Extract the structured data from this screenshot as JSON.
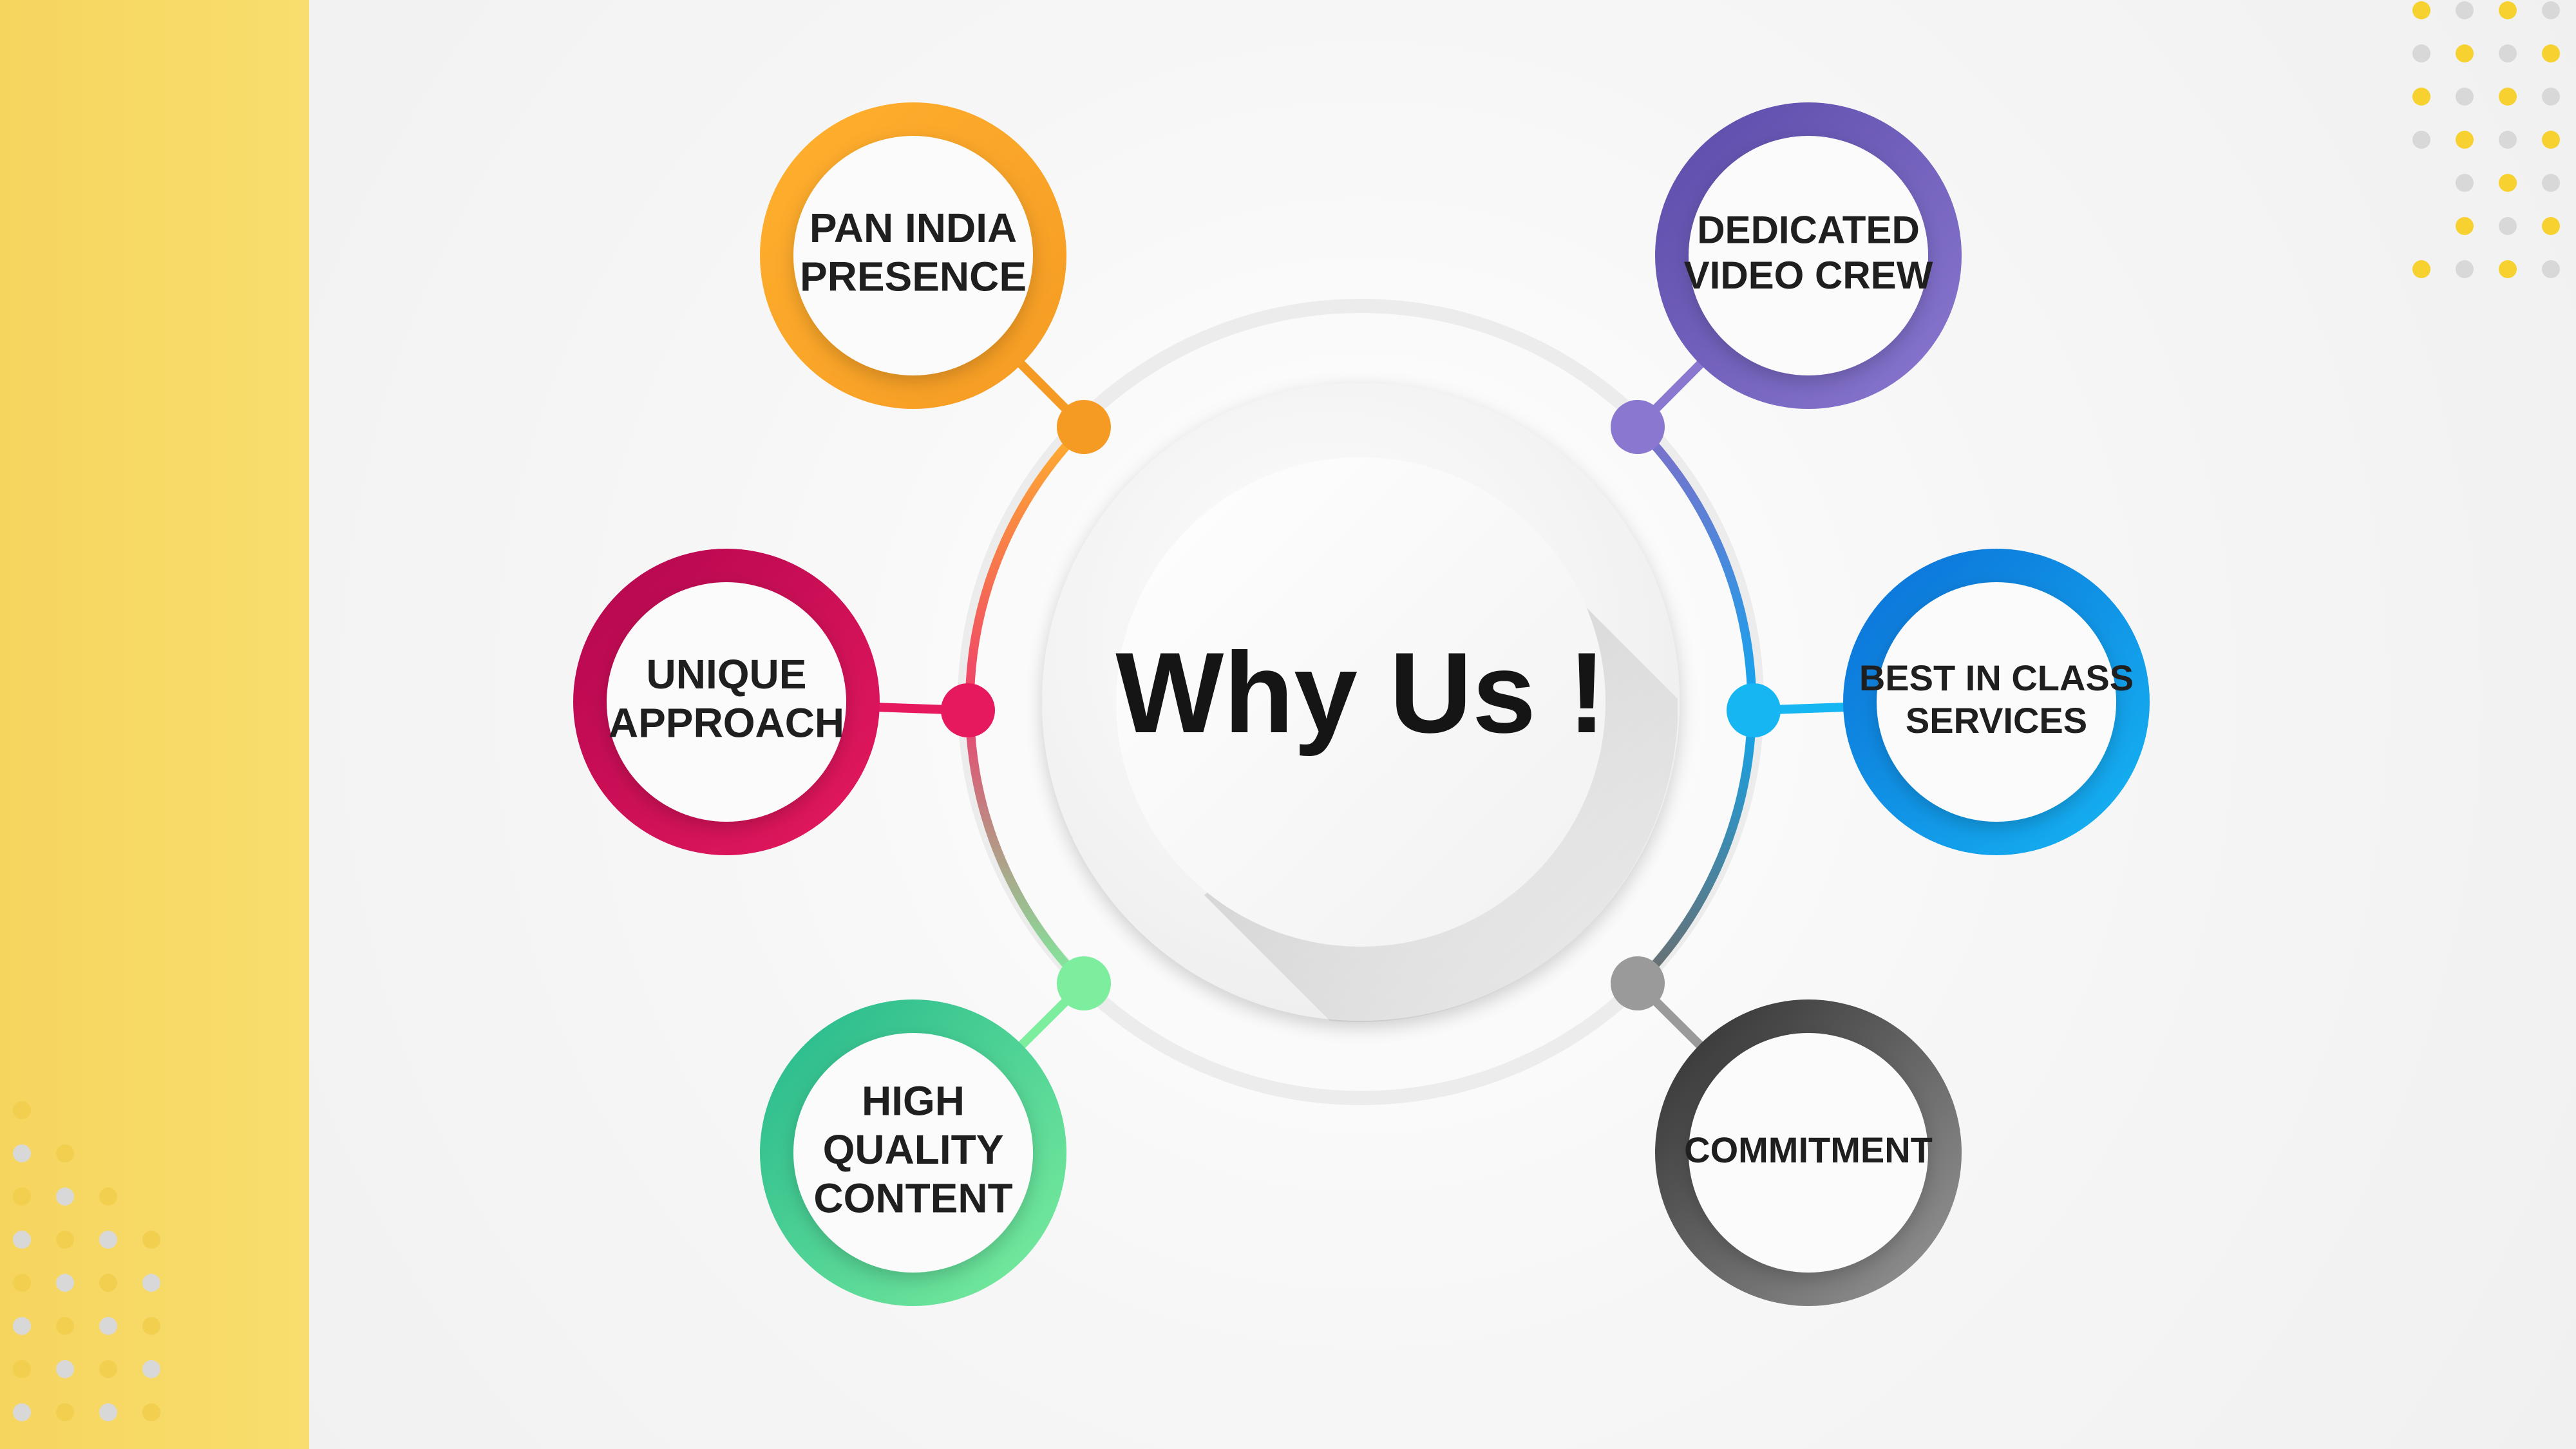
{
  "center": {
    "title": "Why Us !"
  },
  "nodes": [
    {
      "id": "pan-india",
      "lines": [
        "PAN INDIA",
        "PRESENCE"
      ],
      "color_from": "#ffb02e",
      "color_to": "#f59b23"
    },
    {
      "id": "unique-approach",
      "lines": [
        "UNIQUE",
        "APPROACH"
      ],
      "color_from": "#b3064f",
      "color_to": "#e6195e"
    },
    {
      "id": "high-quality",
      "lines": [
        "HIGH",
        "QUALITY",
        "CONTENT"
      ],
      "color_from": "#22b78c",
      "color_to": "#7dee9e"
    },
    {
      "id": "dedicated-crew",
      "lines": [
        "DEDICATED",
        "VIDEO CREW"
      ],
      "color_from": "#5b4aa8",
      "color_to": "#8a78d0"
    },
    {
      "id": "best-in-class",
      "lines": [
        "BEST IN CLASS",
        "SERVICES"
      ],
      "color_from": "#0b6fd8",
      "color_to": "#16b6f3"
    },
    {
      "id": "commitment",
      "lines": [
        "COMMITMENT"
      ],
      "color_from": "#2d2d2d",
      "color_to": "#9a9a9a"
    }
  ],
  "colors": {
    "sidebar": "#f6d55e",
    "dots_yellow": "#f6d12f",
    "dots_gray": "#d8d8d8"
  }
}
